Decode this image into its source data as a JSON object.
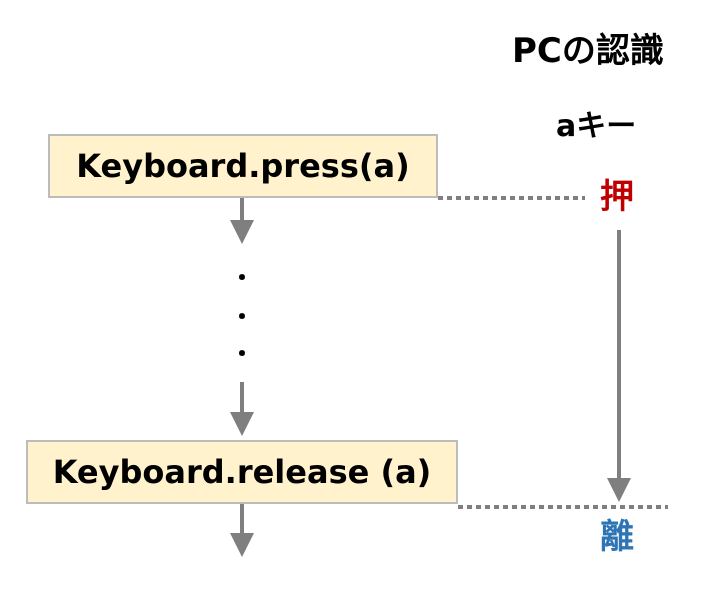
{
  "header": {
    "pc_recognition": "PCの認識",
    "key_label": "aキー"
  },
  "steps": {
    "press_box": "Keyboard.press(a)",
    "release_box": "Keyboard.release (a)"
  },
  "ellipsis": {
    "dot1": "・",
    "dot2": "・",
    "dot3": "・"
  },
  "state": {
    "pressed": "押",
    "released": "離"
  },
  "colors": {
    "box_fill": "#fff2cc",
    "box_border": "#bcbcbc",
    "arrow": "#7f7f7f",
    "pressed_text": "#c00000",
    "released_text": "#2e75b6"
  }
}
